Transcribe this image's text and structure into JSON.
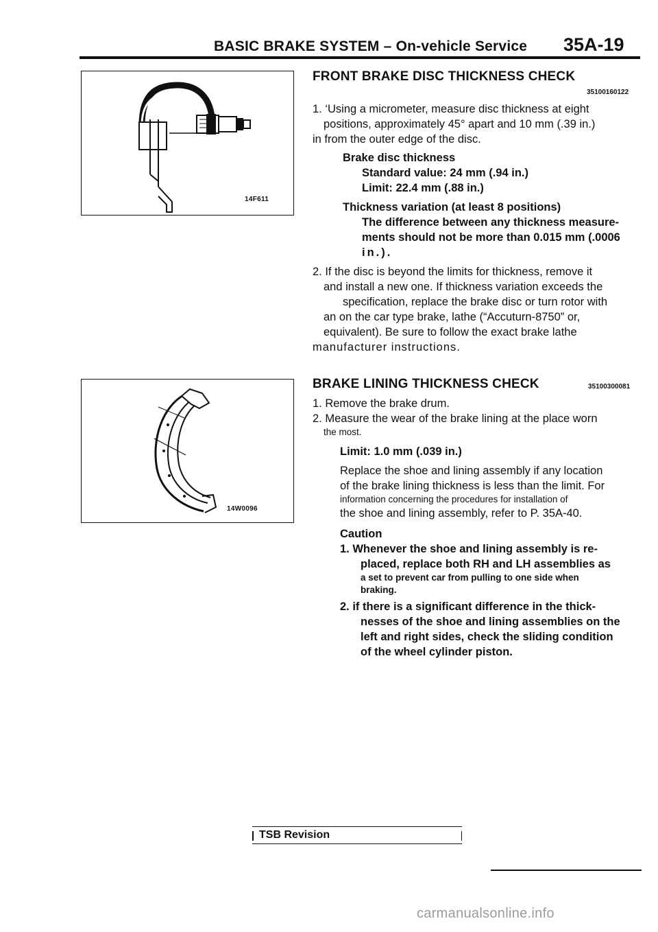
{
  "header": {
    "title": "BASIC BRAKE SYSTEM – On-vehicle Service",
    "page": "35A-19"
  },
  "figures": [
    {
      "code": "14F611"
    },
    {
      "code": "14W0096"
    }
  ],
  "section1": {
    "title": "FRONT BRAKE DISC THICKNESS CHECK",
    "code": "35100160122",
    "step1_l1": "1. ‘Using a micrometer, measure disc thickness at eight",
    "step1_l2": "positions, approximately 45° apart and 10 mm (.39 in.)",
    "step1_l3": "in from the outer edge of the disc.",
    "spec_heading": "Brake disc thickness",
    "spec_standard": "Standard value: 24 mm (.94 in.)",
    "spec_limit": "Limit: 22.4 mm (.88 in.)",
    "var_heading": "Thickness variation (at least 8 positions)",
    "var_l1": "The difference between any thickness measure-",
    "var_l2": "ments should not be more than 0.015 mm (.0006",
    "var_l3": "in.).",
    "step2_l1": "2. If the disc is beyond the limits for thickness, remove it",
    "step2_l2": "and install a new one. If thickness variation exceeds the",
    "step2_l3": "specification, replace the brake disc or turn rotor with",
    "step2_l4": "an on the car type brake, lathe (“Accuturn-8750” or,",
    "step2_l5": "equivalent). Be sure to follow the exact brake lathe",
    "step2_l6": "manufacturer instructions."
  },
  "section2": {
    "title": "BRAKE LINING THICKNESS CHECK",
    "code": "35100300081",
    "step1": "1. Remove the brake drum.",
    "step2_l1": "2. Measure the wear of the brake lining at the place worn",
    "step2_l2": "the most.",
    "limit": "Limit: 1.0 mm (.039 in.)",
    "para_l1": "Replace the shoe and lining assembly if any location",
    "para_l2": "of the brake lining thickness is less than the limit. For",
    "para_l3": "information concerning the procedures for installation of",
    "para_l4": "the shoe and lining assembly, refer to P. 35A-40.",
    "caution_heading": "Caution",
    "c1_l1": "1. Whenever the shoe and lining assembly is re-",
    "c1_l2": "placed, replace both RH and LH assemblies as",
    "c1_l3": "a set to prevent car from pulling to one side when",
    "c1_l4": "braking.",
    "c2_l1": "2. if there is a significant difference in the thick-",
    "c2_l2": "nesses of the shoe and lining assemblies on the",
    "c2_l3": "left and right sides, check the sliding condition",
    "c2_l4": "of the wheel cylinder piston."
  },
  "footer": {
    "label": "TSB Revision"
  },
  "watermark": "carmanualsonline.info"
}
